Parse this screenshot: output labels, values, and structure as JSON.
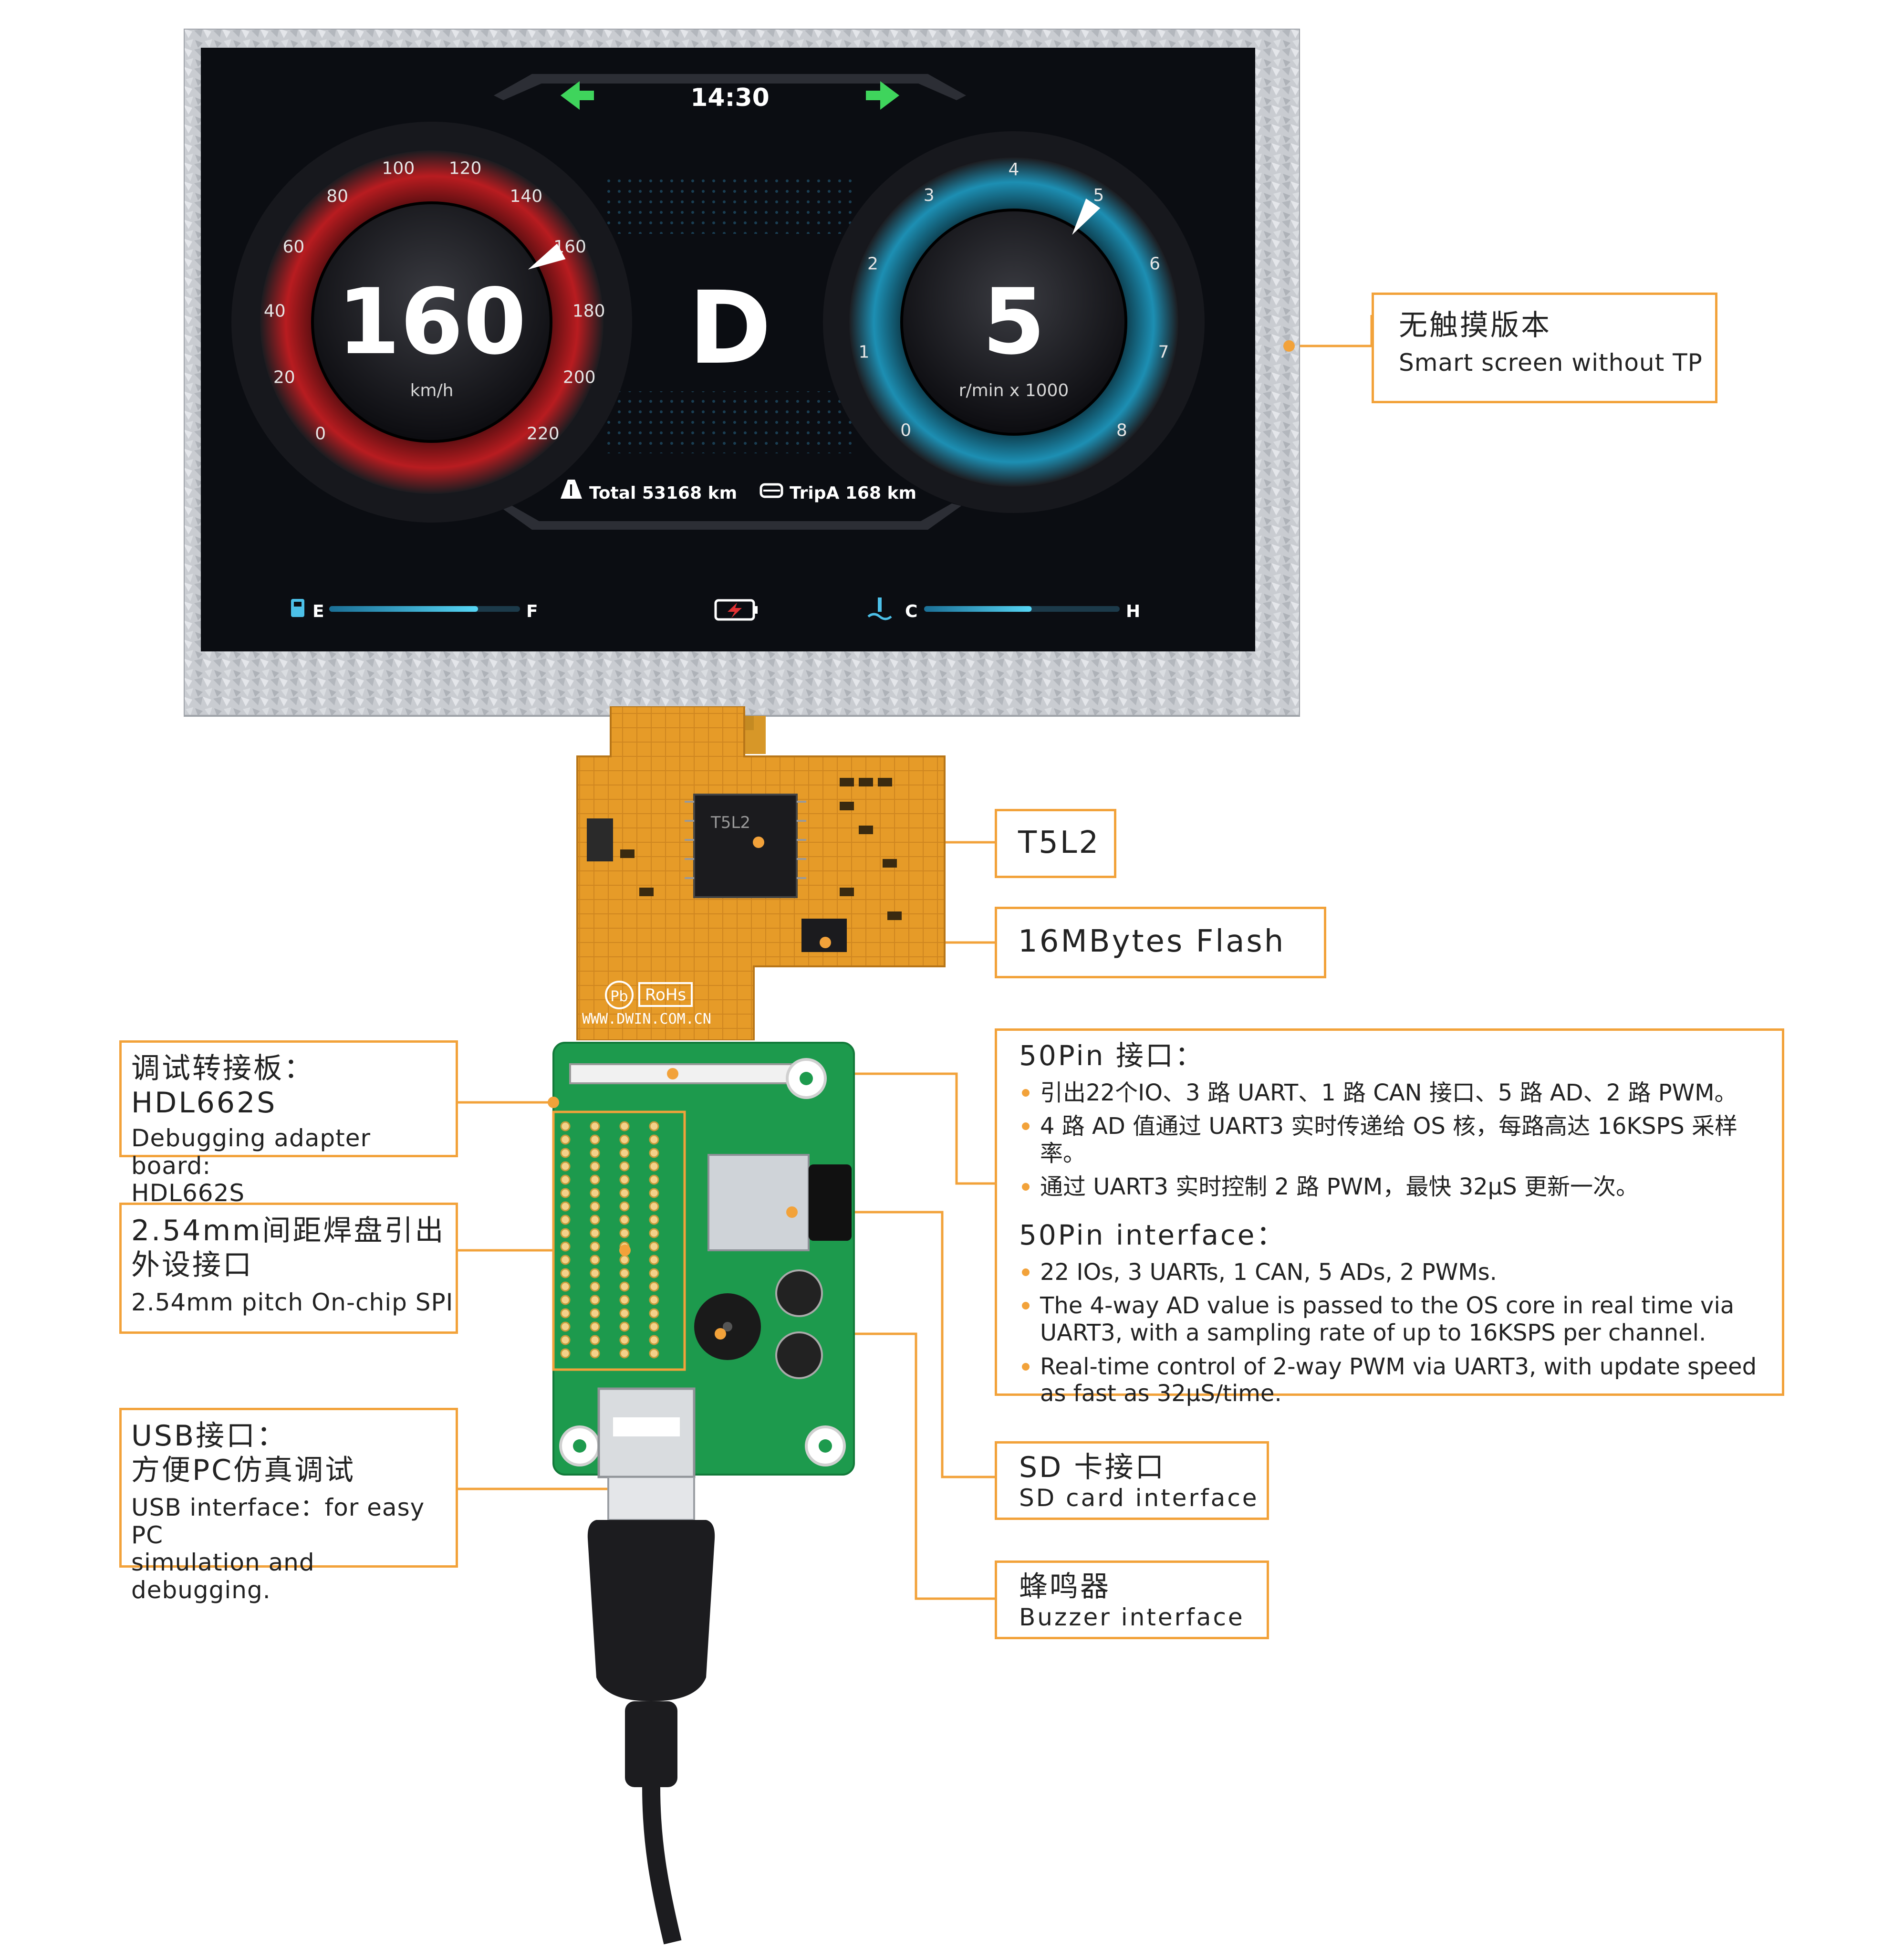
{
  "colors": {
    "accent": "#f2a23a",
    "lcd_bg": "#0b0d12",
    "speed_red": "#e23234",
    "rpm_cyan": "#35c3e6",
    "arrow_green": "#3fd45c",
    "pcb_orange": "#e69b28",
    "pcb_green": "#1d9a4d"
  },
  "dashboard": {
    "clock": "14:30",
    "speed": {
      "value": "160",
      "unit": "km/h",
      "ticks": [
        "0",
        "20",
        "40",
        "60",
        "80",
        "100",
        "120",
        "140",
        "160",
        "180",
        "200",
        "220"
      ],
      "current": 160,
      "max": 220
    },
    "gear": "D",
    "rpm": {
      "value": "5",
      "unit": "r/min x 1000",
      "ticks": [
        "0",
        "1",
        "2",
        "3",
        "4",
        "5",
        "6",
        "7",
        "8"
      ],
      "current": 5,
      "max": 8
    },
    "total_label": "Total 53168 km",
    "trip_label": "TripA 168 km",
    "fuel": {
      "low": "E",
      "high": "F",
      "level": 0.78
    },
    "temp": {
      "low": "C",
      "high": "H",
      "level": 0.55
    },
    "icons": [
      "left-arrow-icon",
      "right-arrow-icon",
      "road-icon",
      "car-icon",
      "fuel-icon",
      "battery-icon",
      "temperature-icon"
    ]
  },
  "board": {
    "chip_label": "T5L2",
    "rohs": "RoHs",
    "pb": "Pb",
    "website": "WWW.DWIN.COM.CN"
  },
  "labels": {
    "no_tp": {
      "zh": "无触摸版本",
      "en": "Smart screen without TP"
    },
    "t5l2": {
      "text": "T5L2"
    },
    "flash": {
      "text": "16MBytes Flash"
    },
    "adapter": {
      "zh": "调试转接板：HDL662S",
      "en1": "Debugging adapter board:",
      "en2": "HDL662S"
    },
    "pitch": {
      "zh1": "2.54mm间距焊盘引出",
      "zh2": "外设接口",
      "en": "2.54mm pitch On-chip SPI"
    },
    "usb": {
      "zh1": "USB接口：",
      "zh2": "方便PC仿真调试",
      "en1": "USB interface：for easy PC",
      "en2": "simulation and debugging."
    },
    "pin50": {
      "zh_title": "50Pin 接口：",
      "zh_items": [
        "引出22个IO、3 路 UART、1 路 CAN 接口、5 路 AD、2 路 PWM。",
        "4 路 AD 值通过 UART3 实时传递给 OS 核，每路高达 16KSPS 采样率。",
        "通过 UART3 实时控制 2 路 PWM，最快 32μS 更新一次。"
      ],
      "en_title": "50Pin interface：",
      "en_items": [
        "22 IOs, 3 UARTs, 1 CAN, 5 ADs, 2 PWMs.",
        "The 4-way AD value is passed to the OS core in real time via UART3, with a sampling rate of up to 16KSPS per channel.",
        "Real-time control of 2-way PWM via UART3, with update speed as fast as 32μS/time."
      ]
    },
    "sd": {
      "zh": "SD 卡接口",
      "en": "SD card interface"
    },
    "buzzer": {
      "zh": "蜂鸣器",
      "en": "Buzzer interface"
    }
  }
}
